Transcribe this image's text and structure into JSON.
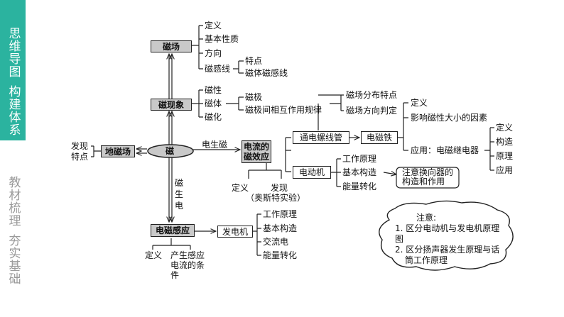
{
  "sidebar": {
    "active": [
      "思维导图",
      "构建体系"
    ],
    "inactive": [
      "教材梳理",
      "夯实基础"
    ]
  },
  "colors": {
    "accent": "#2bb39f",
    "node_fill": "#c9c9c9"
  },
  "nodes": {
    "ci": "磁",
    "dicichang": "地磁场",
    "cichang": "磁场",
    "cixianxiang": "磁现象",
    "diancigan": "电磁感应",
    "fadianji": "发电机",
    "dianliu_ci": "电流的磁效应",
    "tongdian_luoxianguan": "通电螺线管",
    "diancitie": "电磁铁",
    "diandongji": "电动机"
  },
  "labels": {
    "faxian": "发现",
    "tedian": "特点",
    "cichang_items": [
      "定义",
      "基本性质",
      "方向",
      "磁感线"
    ],
    "ciganxian_items": [
      "特点",
      "磁体磁感线"
    ],
    "xianxiang_items": [
      "磁性",
      "磁体",
      "磁化"
    ],
    "citi_items": [
      "磁极",
      "磁极间相互作用规律"
    ],
    "dianshengci": "电生磁",
    "cishengdian": "磁生电",
    "xiaoying_children": [
      "定义",
      "发现"
    ],
    "oersted": "（奥斯特实验）",
    "luoxian_items": [
      "磁场分布特点",
      "磁场方向判定"
    ],
    "diancitie_items": [
      "定义",
      "影响磁性大小的因素"
    ],
    "yingyong": "应用：电磁继电器",
    "jidianqi_items": [
      "定义",
      "构造",
      "原理",
      "应用"
    ],
    "diandongji_items": [
      "工作原理",
      "基本构造",
      "能量转化"
    ],
    "huanxiang_note": "注意换向器的构造和作用",
    "fadianji_items": [
      "工作原理",
      "基本构造",
      "交流电",
      "能量转化"
    ],
    "ganying_children": [
      "定义",
      "产生感应电流的条件"
    ]
  },
  "note": {
    "title": "注意:",
    "lines": [
      "1. 区分电动机与发电机原理图",
      "2. 区分扬声器发生原理与话筒工作原理"
    ]
  }
}
